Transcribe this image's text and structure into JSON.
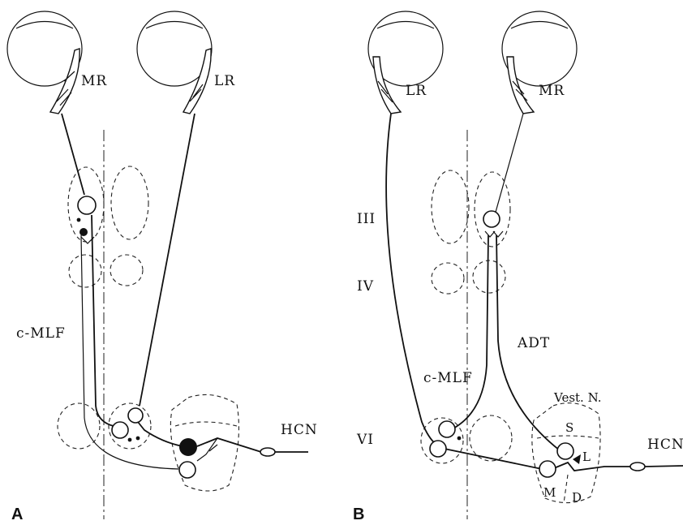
{
  "panel_a": {
    "letter": "A",
    "label_mr": "MR",
    "label_lr": "LR",
    "label_cmlf": "c-MLF",
    "label_hcn": "HCN"
  },
  "panel_b": {
    "letter": "B",
    "label_lr": "LR",
    "label_mr": "MR",
    "label_iii": "III",
    "label_iv": "IV",
    "label_vi": "VI",
    "label_cmlf": "c-MLF",
    "label_adt": "ADT",
    "label_vest": "Vest. N.",
    "label_s": "S",
    "label_l": "L",
    "label_m": "M",
    "label_d": "D",
    "label_hcn": "HCN"
  }
}
